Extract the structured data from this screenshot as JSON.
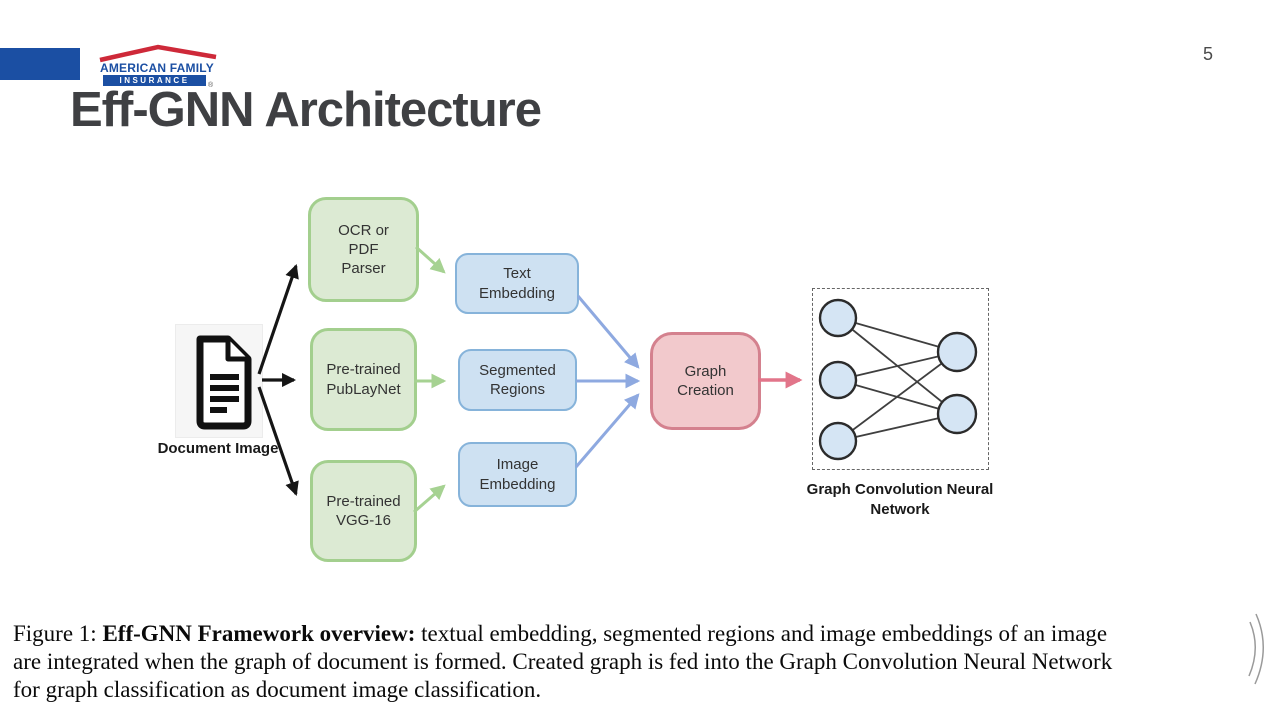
{
  "page": {
    "number": "5"
  },
  "brand": {
    "name": "AMERICAN FAMILY",
    "subname": "INSURANCE",
    "registered": "®",
    "blue": "#1b4fa3",
    "red": "#ce2939"
  },
  "title": "Eff-GNN Architecture",
  "diagram": {
    "doc": {
      "label": "Document Image"
    },
    "green_boxes": [
      {
        "label": "OCR or\nPDF\nParser"
      },
      {
        "label": "Pre-trained\nPubLayNet"
      },
      {
        "label": "Pre-trained\nVGG-16"
      }
    ],
    "blue_boxes": [
      {
        "label": "Text\nEmbedding"
      },
      {
        "label": "Segmented\nRegions"
      },
      {
        "label": "Image\nEmbedding"
      }
    ],
    "pink_box": {
      "label": "Graph\nCreation"
    },
    "gcn": {
      "label": "Graph Convolution Neural\nNetwork"
    },
    "colors": {
      "green_fill": "#dcead3",
      "green_border": "#a3cf8e",
      "green_arrow": "#a6d292",
      "blue_fill": "#cee1f2",
      "blue_border": "#86b3da",
      "blue_arrow": "#8ea9e0",
      "pink_fill": "#f2c9cc",
      "pink_border": "#d4818e",
      "pink_arrow": "#e2758a",
      "node_fill": "#d5e5f4",
      "black_arrow": "#151515"
    }
  },
  "caption": {
    "line1_prefix": "Figure 1: ",
    "line1_bold": "Eff-GNN Framework overview:",
    "line1_rest": " textual embedding, segmented regions and image embeddings of an image",
    "line2": "are integrated when the graph of document is formed. Created graph is fed into the Graph Convolution Neural Network",
    "line3": "for graph classification as document image classification."
  }
}
